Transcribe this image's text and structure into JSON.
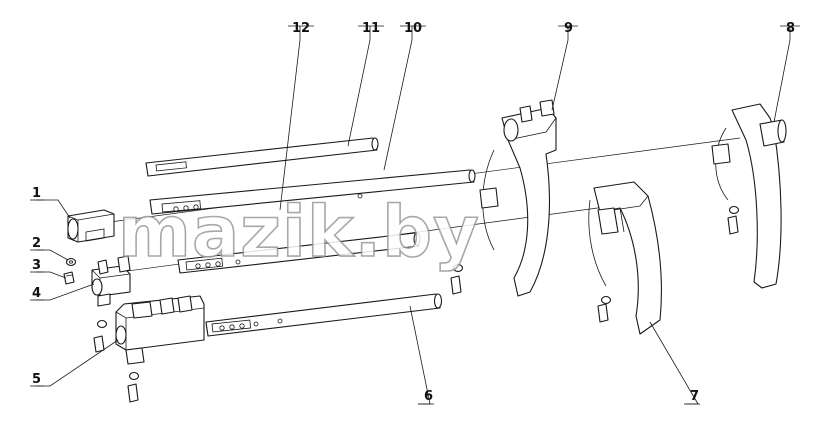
{
  "diagram": {
    "callouts": [
      {
        "id": "c1",
        "label": "1"
      },
      {
        "id": "c2",
        "label": "2"
      },
      {
        "id": "c3",
        "label": "3"
      },
      {
        "id": "c4",
        "label": "4"
      },
      {
        "id": "c5",
        "label": "5"
      },
      {
        "id": "c6",
        "label": "6"
      },
      {
        "id": "c7",
        "label": "7"
      },
      {
        "id": "c8",
        "label": "8"
      },
      {
        "id": "c9",
        "label": "9"
      },
      {
        "id": "c10",
        "label": "10"
      },
      {
        "id": "c11",
        "label": "11"
      },
      {
        "id": "c12",
        "label": "12"
      }
    ],
    "watermark": "mazik.by"
  }
}
